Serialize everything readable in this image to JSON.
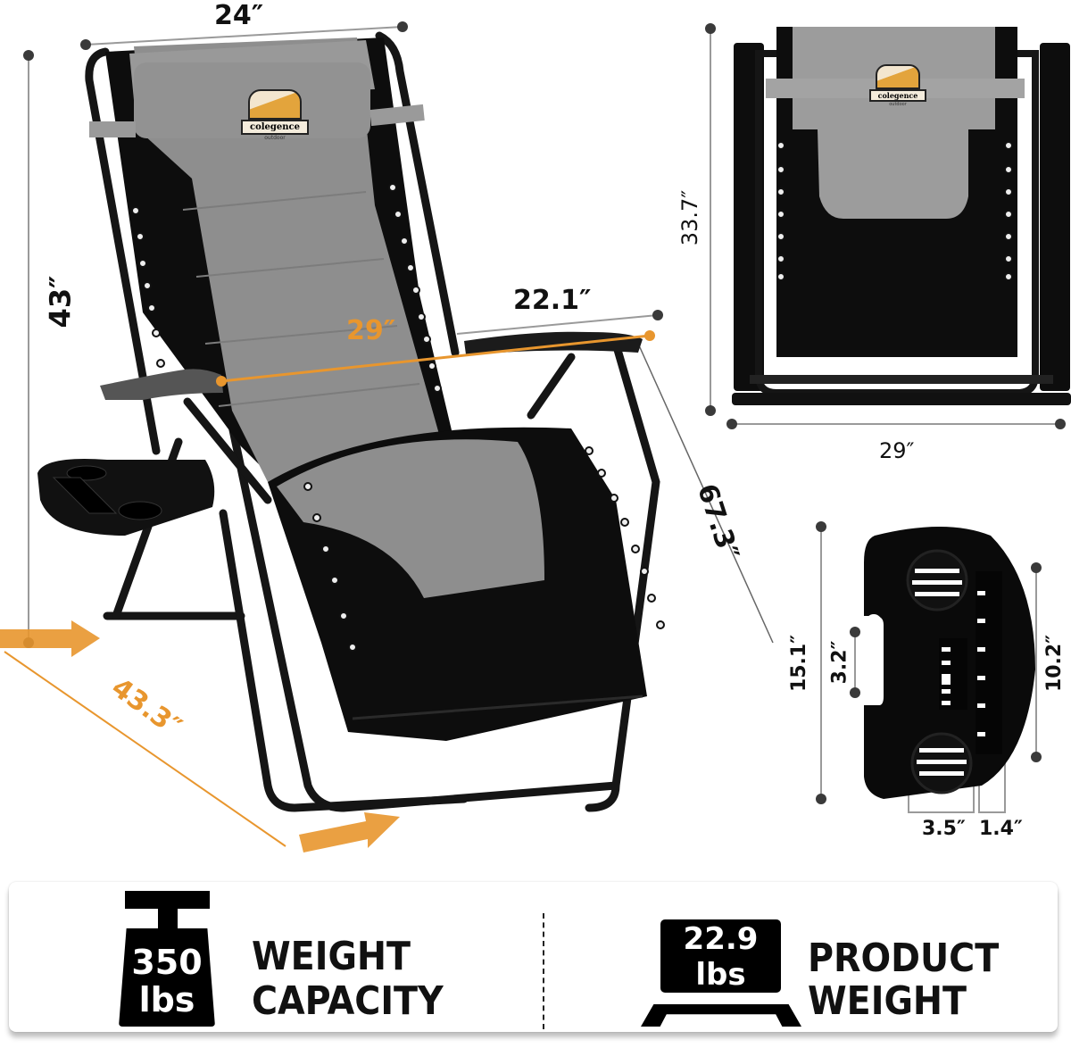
{
  "brand": {
    "name": "colegence",
    "tagline": "outdoor"
  },
  "colors": {
    "accent": "#e8962e",
    "chair_gray": "#8e8e8e",
    "chair_black": "#0d0d0d",
    "frame": "#151515",
    "dim_line": "#9a9a9a",
    "dot": "#3a3a3a"
  },
  "main_view": {
    "dimensions": {
      "top_width": "24″",
      "height": "43″",
      "armrest_length": "22.1″",
      "arm_span": "29″",
      "diagonal_length": "67.3″",
      "base_depth": "43.3″"
    }
  },
  "folded_view": {
    "dimensions": {
      "height": "33.7″",
      "width": "29″"
    }
  },
  "tray_view": {
    "dimensions": {
      "length": "15.1″",
      "handle": "3.2″",
      "slot_length": "10.2″",
      "cup_diameter": "3.5″",
      "slot_width": "1.4″"
    }
  },
  "specs": [
    {
      "value": "350",
      "unit": "lbs",
      "label_line1": "WEIGHT",
      "label_line2": "CAPACITY",
      "icon": "weight-icon"
    },
    {
      "value": "22.9",
      "unit": "lbs",
      "label_line1": "PRODUCT",
      "label_line2": "WEIGHT",
      "icon": "scale-icon"
    }
  ]
}
